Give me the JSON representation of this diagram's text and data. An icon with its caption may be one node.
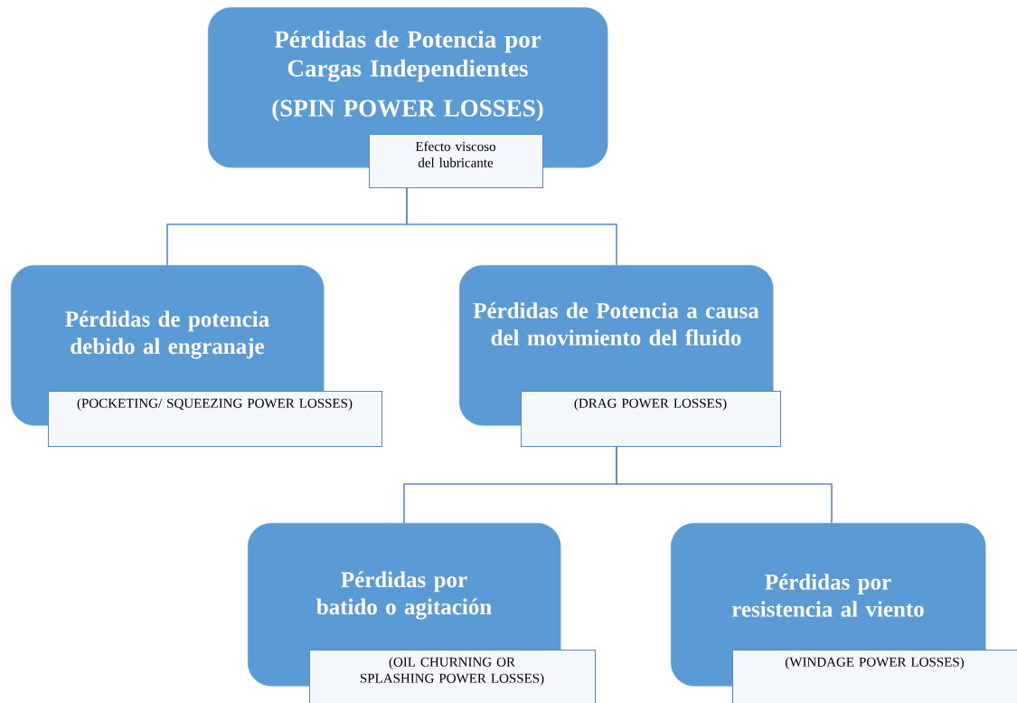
{
  "diagram": {
    "nodes": [
      {
        "text": [
          "Pérdidas de Potencia por Cargas Independientes",
          "(SPIN POWER LOSSES)"
        ]
      },
      {
        "text": [
          "Efecto viscoso del lubricante"
        ]
      },
      {
        "text": [
          "Pérdidas de potencia debido al engranaje"
        ]
      },
      {
        "text": [
          "(POCKETING/ SQUEEZING POWER LOSSES)"
        ]
      },
      {
        "text": [
          "Pérdidas de Potencia a causa del movimiento del fluido"
        ]
      },
      {
        "text": [
          "(DRAG POWER LOSSES)"
        ]
      },
      {
        "text": [
          "Pérdidas por batido o agitación"
        ]
      },
      {
        "text": [
          "(OIL CHURNING OR SPLASHING POWER LOSSES)"
        ]
      },
      {
        "text": [
          "Pérdidas por resistencia al viento"
        ]
      },
      {
        "text": [
          "(WINDAGE POWER LOSSES)"
        ]
      }
    ],
    "edges": [
      {
        "from": 1,
        "to": 2,
        "arrow": "none"
      },
      {
        "from": 1,
        "to": 4,
        "arrow": "none"
      },
      {
        "from": 5,
        "to": 6,
        "arrow": "none"
      },
      {
        "from": 5,
        "to": 8,
        "arrow": "none"
      }
    ]
  }
}
